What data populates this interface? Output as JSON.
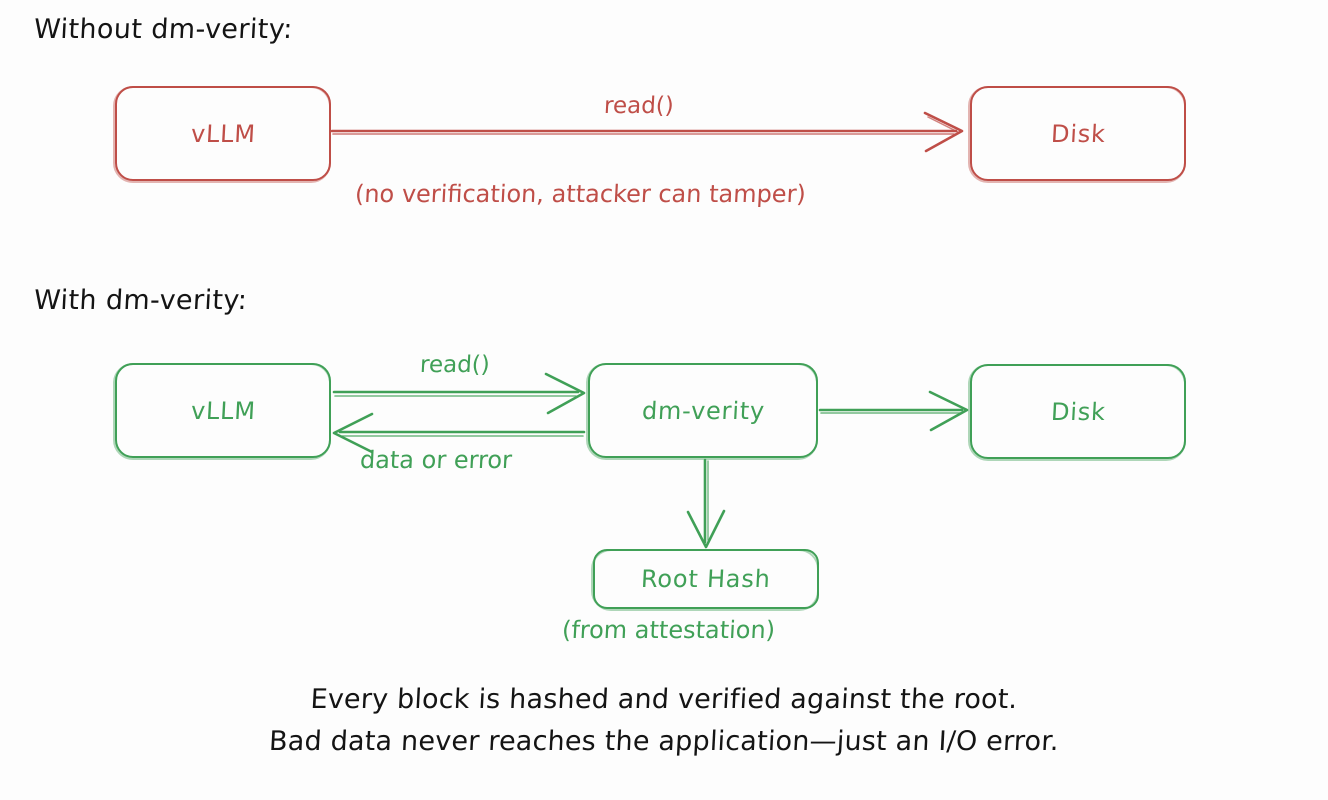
{
  "diagram": {
    "title_without": "Without dm-verity:",
    "title_with": "With dm-verity:",
    "colors": {
      "danger": "#bf4e48",
      "success": "#40a057",
      "text": "#141414",
      "background": "#fdfdfd"
    }
  },
  "without_section": {
    "heading": "Without dm-verity:",
    "nodes": {
      "vllm": "vLLM",
      "disk": "Disk"
    },
    "edges": {
      "read_label": "read()",
      "note_label": "(no verification, attacker can tamper)"
    }
  },
  "with_section": {
    "heading": "With dm-verity:",
    "nodes": {
      "vllm": "vLLM",
      "dmverity": "dm-verity",
      "disk": "Disk",
      "root_hash": "Root Hash"
    },
    "edges": {
      "read_label": "read()",
      "return_label": "data or error",
      "attestation_note": "(from attestation)"
    }
  },
  "caption": {
    "line1": "Every block is hashed and verified against the root.",
    "line2": "Bad data never reaches the application—just an I/O error."
  }
}
